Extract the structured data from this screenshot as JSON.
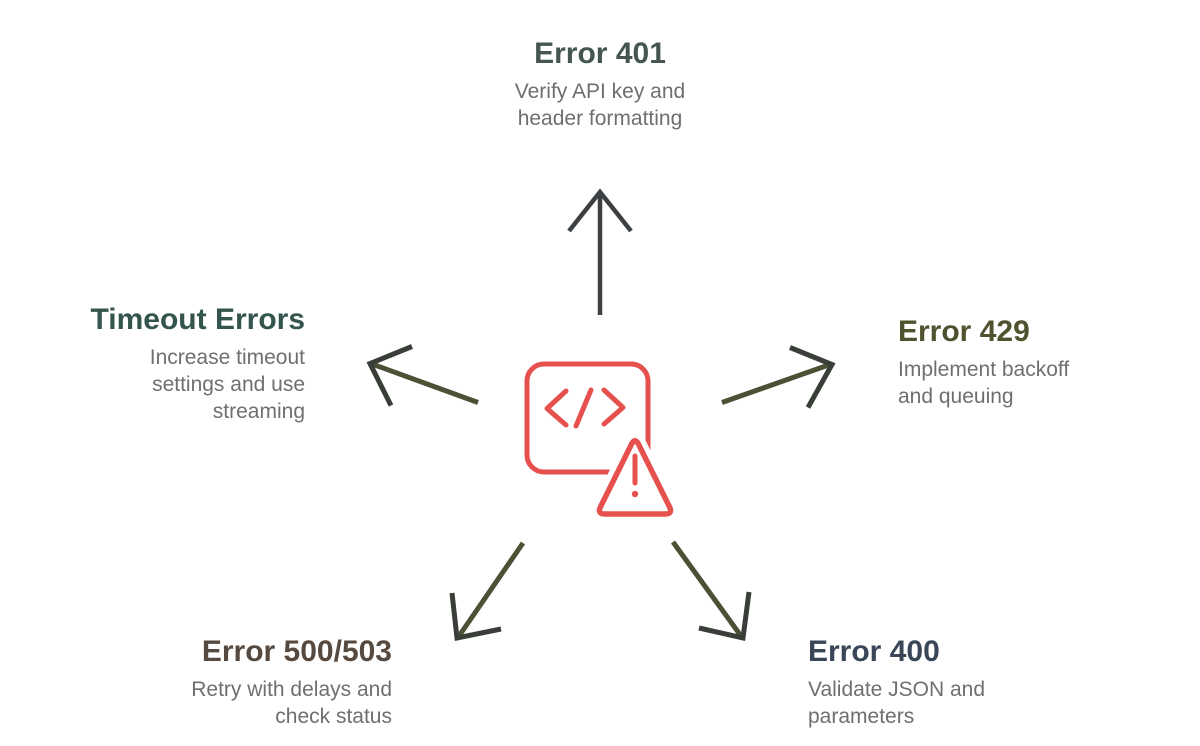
{
  "page": {
    "background": "#ffffff"
  },
  "diagram": {
    "type": "radial-spoke-diagram",
    "center_icon": "code-block-with-warning-icon",
    "colors": {
      "accent": "#e6514e",
      "arrow-vertical": "#3d4043",
      "arrow-shaft": "#4c5136",
      "arrow-head": "#3a3e38",
      "text-muted": "#6f6f6f"
    },
    "nodes": [
      {
        "id": "error-401",
        "position": "top",
        "title": "Error 401",
        "title_color": "#44564e",
        "lines": [
          "Verify API key and",
          "header formatting"
        ]
      },
      {
        "id": "timeout-errors",
        "position": "left",
        "title": "Timeout Errors",
        "title_color": "#33554e",
        "lines": [
          "Increase timeout",
          "settings and use",
          "streaming"
        ]
      },
      {
        "id": "error-429",
        "position": "right",
        "title": "Error 429",
        "title_color": "#50522f",
        "lines": [
          "Implement backoff",
          "and queuing"
        ]
      },
      {
        "id": "error-500-503",
        "position": "bottom-left",
        "title": "Error 500/503",
        "title_color": "#564a40",
        "lines": [
          "Retry with delays and",
          "check status"
        ]
      },
      {
        "id": "error-400",
        "position": "bottom-right",
        "title": "Error 400",
        "title_color": "#394658",
        "lines": [
          "Validate JSON and",
          "parameters"
        ]
      }
    ]
  }
}
